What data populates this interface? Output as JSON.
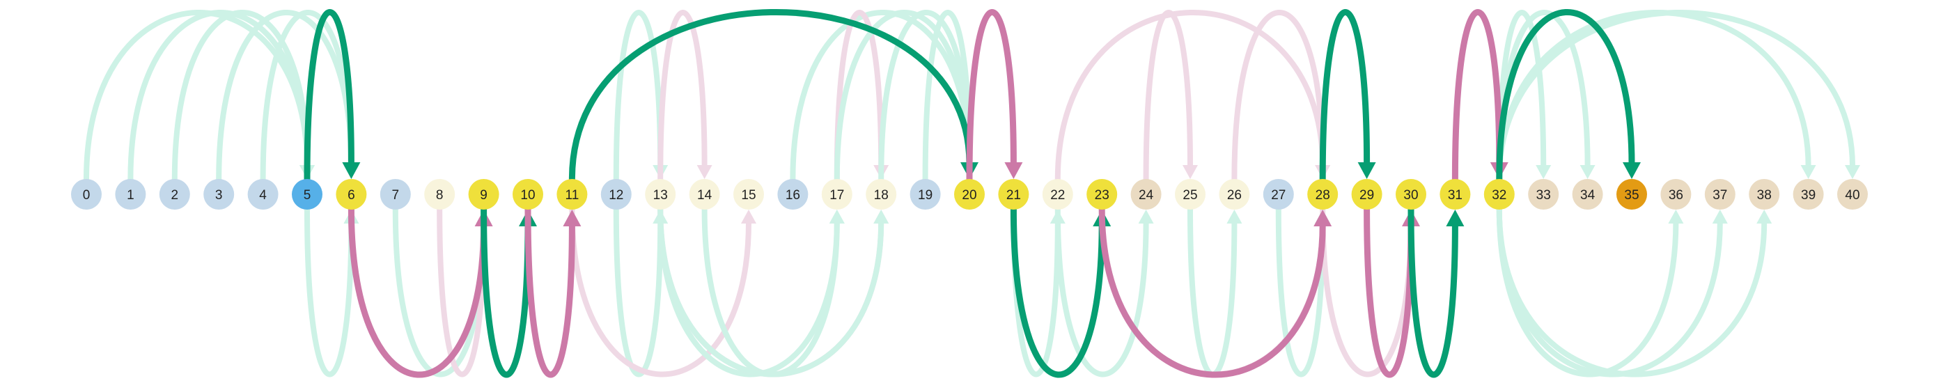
{
  "diagram": {
    "node_labels": [
      "0",
      "1",
      "2",
      "3",
      "4",
      "5",
      "6",
      "7",
      "8",
      "9",
      "10",
      "11",
      "12",
      "13",
      "14",
      "15",
      "16",
      "17",
      "18",
      "19",
      "20",
      "21",
      "22",
      "23",
      "24",
      "25",
      "26",
      "27",
      "28",
      "29",
      "30",
      "31",
      "32",
      "33",
      "34",
      "35",
      "36",
      "37",
      "38",
      "39",
      "40"
    ],
    "node_categories": [
      "blue",
      "blue",
      "blue",
      "blue",
      "blue",
      "start",
      "yellow",
      "blue",
      "cream",
      "yellow",
      "yellow",
      "yellow",
      "blue",
      "cream",
      "cream",
      "cream",
      "blue",
      "cream",
      "cream",
      "blue",
      "yellow",
      "yellow",
      "cream",
      "yellow",
      "tan",
      "cream",
      "cream",
      "blue",
      "yellow",
      "yellow",
      "yellow",
      "yellow",
      "yellow",
      "tan",
      "tan",
      "goal",
      "tan",
      "tan",
      "tan",
      "tan",
      "tan"
    ],
    "colors": {
      "blue": "#c3d8ea",
      "start": "#56b0e8",
      "yellow": "#efe03b",
      "cream": "#f8f4dc",
      "tan": "#eadbc2",
      "goal": "#e39b14",
      "green_strong": "#069e72",
      "pink_strong": "#cc79a7",
      "green_faint": "#cdf2e6",
      "pink_faint": "#efd9e5"
    },
    "arcs": [
      {
        "from": 0,
        "to": 5,
        "side": "top",
        "style": "faint",
        "color": "green"
      },
      {
        "from": 1,
        "to": 5,
        "side": "top",
        "style": "faint",
        "color": "green"
      },
      {
        "from": 2,
        "to": 5,
        "side": "top",
        "style": "faint",
        "color": "green"
      },
      {
        "from": 3,
        "to": 6,
        "side": "top",
        "style": "faint",
        "color": "green"
      },
      {
        "from": 4,
        "to": 6,
        "side": "top",
        "style": "faint",
        "color": "green"
      },
      {
        "from": 5,
        "to": 6,
        "side": "bottom",
        "style": "faint",
        "color": "green"
      },
      {
        "from": 7,
        "to": 9,
        "side": "bottom",
        "style": "faint",
        "color": "green"
      },
      {
        "from": 8,
        "to": 9,
        "side": "bottom",
        "style": "faint",
        "color": "pink"
      },
      {
        "from": 12,
        "to": 13,
        "side": "bottom",
        "style": "faint",
        "color": "green"
      },
      {
        "from": 11,
        "to": 15,
        "side": "bottom",
        "style": "faint",
        "color": "pink"
      },
      {
        "from": 13,
        "to": 17,
        "side": "bottom",
        "style": "faint",
        "color": "green"
      },
      {
        "from": 14,
        "to": 17,
        "side": "bottom",
        "style": "faint",
        "color": "green"
      },
      {
        "from": 13,
        "to": 18,
        "side": "bottom",
        "style": "faint",
        "color": "pink"
      },
      {
        "from": 13,
        "to": 18,
        "side": "bottom",
        "style": "faint",
        "color": "green"
      },
      {
        "from": 12,
        "to": 13,
        "side": "top",
        "style": "faint",
        "color": "green"
      },
      {
        "from": 13,
        "to": 14,
        "side": "top",
        "style": "faint",
        "color": "pink"
      },
      {
        "from": 16,
        "to": 20,
        "side": "top",
        "style": "faint",
        "color": "green"
      },
      {
        "from": 17,
        "to": 18,
        "side": "top",
        "style": "faint",
        "color": "pink"
      },
      {
        "from": 17,
        "to": 20,
        "side": "top",
        "style": "faint",
        "color": "green"
      },
      {
        "from": 18,
        "to": 20,
        "side": "top",
        "style": "faint",
        "color": "green"
      },
      {
        "from": 19,
        "to": 20,
        "side": "top",
        "style": "faint",
        "color": "green"
      },
      {
        "from": 21,
        "to": 22,
        "side": "bottom",
        "style": "faint",
        "color": "green"
      },
      {
        "from": 22,
        "to": 24,
        "side": "bottom",
        "style": "faint",
        "color": "green"
      },
      {
        "from": 22,
        "to": 28,
        "side": "top",
        "style": "faint",
        "color": "pink"
      },
      {
        "from": 24,
        "to": 25,
        "side": "top",
        "style": "faint",
        "color": "pink"
      },
      {
        "from": 26,
        "to": 28,
        "side": "top",
        "style": "faint",
        "color": "pink"
      },
      {
        "from": 25,
        "to": 26,
        "side": "bottom",
        "style": "faint",
        "color": "green"
      },
      {
        "from": 23,
        "to": 28,
        "side": "bottom",
        "style": "faint",
        "color": "pink"
      },
      {
        "from": 27,
        "to": 28,
        "side": "bottom",
        "style": "faint",
        "color": "green"
      },
      {
        "from": 28,
        "to": 30,
        "side": "bottom",
        "style": "faint",
        "color": "pink"
      },
      {
        "from": 30,
        "to": 31,
        "side": "bottom",
        "style": "faint",
        "color": "pink"
      },
      {
        "from": 32,
        "to": 33,
        "side": "top",
        "style": "faint",
        "color": "green"
      },
      {
        "from": 32,
        "to": 34,
        "side": "top",
        "style": "faint",
        "color": "green"
      },
      {
        "from": 32,
        "to": 39,
        "side": "top",
        "style": "faint",
        "color": "green"
      },
      {
        "from": 32,
        "to": 40,
        "side": "top",
        "style": "faint",
        "color": "green"
      },
      {
        "from": 32,
        "to": 36,
        "side": "bottom",
        "style": "faint",
        "color": "green"
      },
      {
        "from": 32,
        "to": 37,
        "side": "bottom",
        "style": "faint",
        "color": "green"
      },
      {
        "from": 32,
        "to": 38,
        "side": "bottom",
        "style": "faint",
        "color": "green"
      },
      {
        "from": 5,
        "to": 6,
        "side": "top",
        "style": "strong",
        "color": "green"
      },
      {
        "from": 6,
        "to": 9,
        "side": "bottom",
        "style": "strong",
        "color": "pink"
      },
      {
        "from": 9,
        "to": 10,
        "side": "bottom",
        "style": "strong",
        "color": "green"
      },
      {
        "from": 10,
        "to": 11,
        "side": "bottom",
        "style": "strong",
        "color": "pink"
      },
      {
        "from": 11,
        "to": 20,
        "side": "top",
        "style": "strong",
        "color": "green"
      },
      {
        "from": 20,
        "to": 21,
        "side": "top",
        "style": "strong",
        "color": "pink"
      },
      {
        "from": 21,
        "to": 23,
        "side": "bottom",
        "style": "strong",
        "color": "green"
      },
      {
        "from": 23,
        "to": 28,
        "side": "bottom",
        "style": "strong",
        "color": "pink"
      },
      {
        "from": 28,
        "to": 29,
        "side": "top",
        "style": "strong",
        "color": "green"
      },
      {
        "from": 29,
        "to": 30,
        "side": "bottom",
        "style": "strong",
        "color": "pink"
      },
      {
        "from": 30,
        "to": 31,
        "side": "bottom",
        "style": "strong",
        "color": "green"
      },
      {
        "from": 31,
        "to": 32,
        "side": "top",
        "style": "strong",
        "color": "pink"
      },
      {
        "from": 32,
        "to": 35,
        "side": "top",
        "style": "strong",
        "color": "green"
      }
    ]
  }
}
